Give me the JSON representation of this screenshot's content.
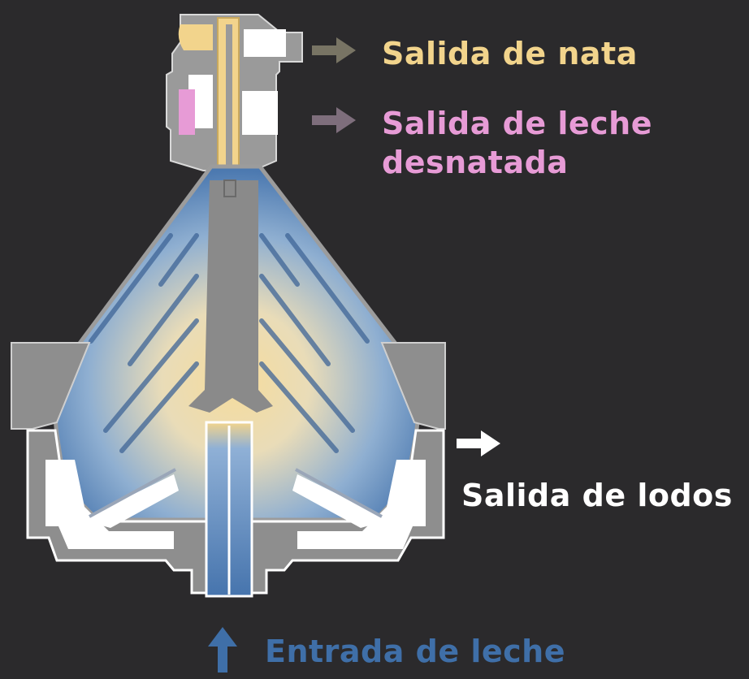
{
  "labels": {
    "cream_outlet": "Salida de nata",
    "skim_outlet_line1": "Salida de leche",
    "skim_outlet_line2": "desnatada",
    "sludge_outlet": "Salida de lodos",
    "milk_inlet": "Entrada de leche"
  },
  "colors": {
    "background": "#2b2a2c",
    "cream": "#f2d48c",
    "skim": "#e79bd6",
    "sludge": "#ffffff",
    "milk": "#3f6fa8",
    "casing": "#8d8d8d",
    "casing_light": "#ffffff"
  },
  "icons": {
    "cream_arrow": "arrow-right-icon",
    "skim_arrow": "arrow-right-icon",
    "sludge_arrow": "arrow-right-icon",
    "inlet_arrow": "arrow-up-icon"
  }
}
